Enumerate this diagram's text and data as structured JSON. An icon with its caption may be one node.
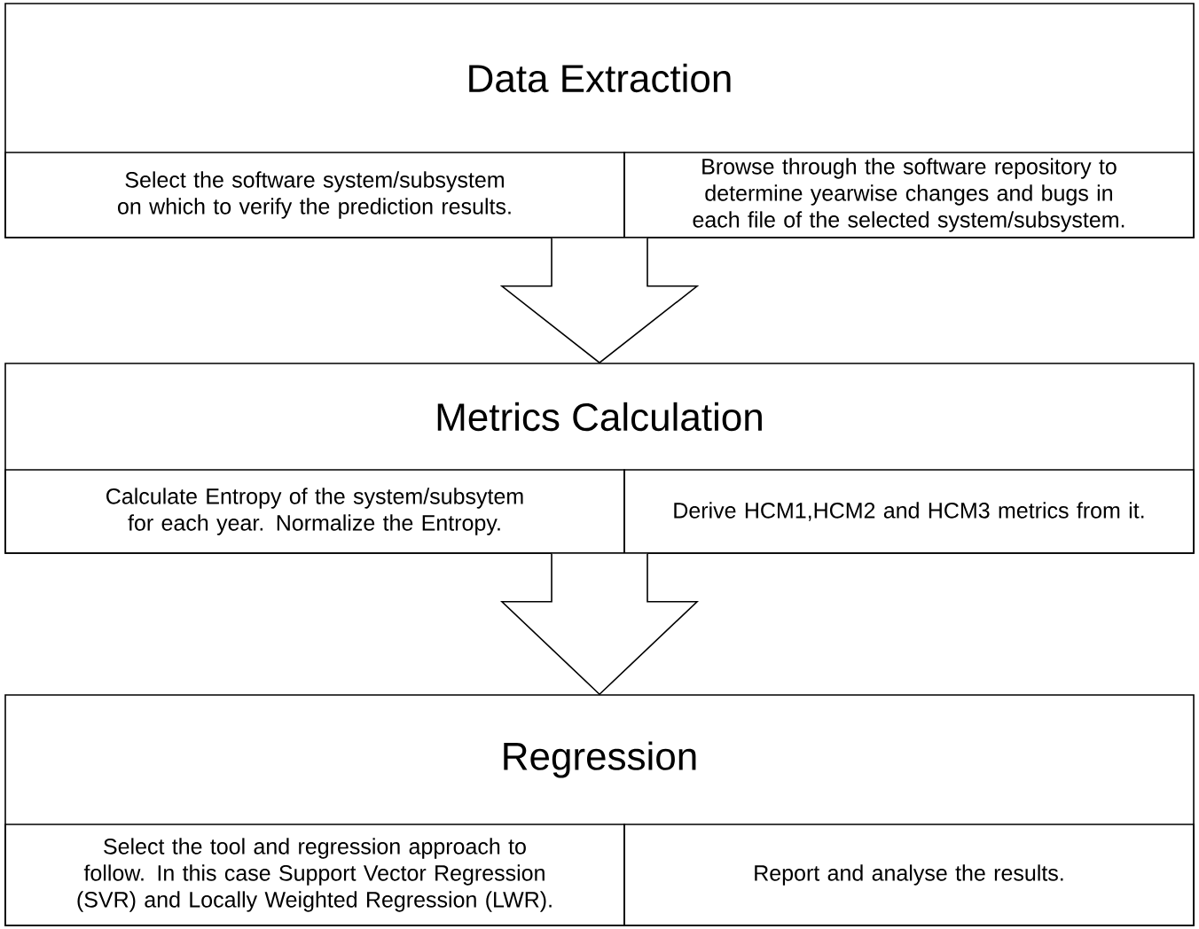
{
  "diagram": {
    "nodes": [
      {
        "text": [
          "Data Extraction"
        ]
      },
      {
        "text": [
          "Select the software system/subsystem on which to verify the prediction results."
        ],
        "in": 0
      },
      {
        "text": [
          "Browse through the software repository to determine yearwise changes and bugs in each file of the selected system/subsystem."
        ],
        "in": 0
      },
      {
        "text": [
          "Metrics Calculation"
        ]
      },
      {
        "text": [
          "Calculate Entropy of the system/subsytem  for each year. Normalize the Entropy."
        ],
        "in": 3
      },
      {
        "text": [
          "Derive HCM1,HCM2 and HCM3 metrics from it."
        ],
        "in": 3
      },
      {
        "text": [
          "Regression"
        ]
      },
      {
        "text": [
          "Select the  tool and regression approach to follow. In this case Support Vector Regression (SVR) and  Locally Weighted Regression (LWR)."
        ],
        "in": 6
      },
      {
        "text": [
          "Report and analyse the results."
        ],
        "in": 6
      }
    ],
    "edges": [
      {
        "from": 0,
        "to": 3,
        "arrow": "to"
      },
      {
        "from": 3,
        "to": 6,
        "arrow": "to"
      }
    ]
  }
}
